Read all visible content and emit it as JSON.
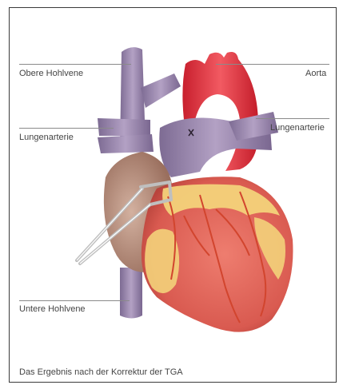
{
  "labels": {
    "obere_hohlvene": "Obere Hohlvene",
    "aorta": "Aorta",
    "lungenarterie_left": "Lungenarterie",
    "lungenarterie_right": "Lungenarterie",
    "untere_hohlvene": "Untere Hohlvene"
  },
  "caption": "Das Ergebnis nach der Korrektur der TGA",
  "colors": {
    "vein_purple": "#9a86ad",
    "aorta_red": "#e8333f",
    "heart_muscle": "#e36a5e",
    "fat_yellow": "#f3d27a",
    "atrium_tan": "#b88e78"
  }
}
